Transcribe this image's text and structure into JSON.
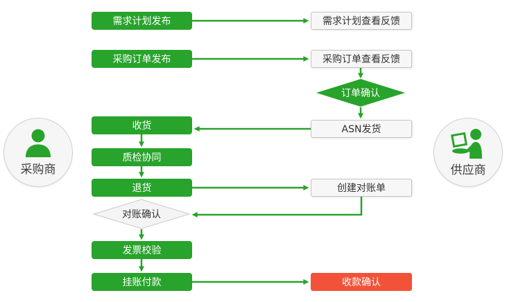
{
  "actors": {
    "buyer": {
      "label": "采购商"
    },
    "supplier": {
      "label": "供应商"
    }
  },
  "nodes": {
    "demand_plan_publish": {
      "label": "需求计划发布",
      "shape": "rect",
      "style": "green"
    },
    "demand_plan_feedback": {
      "label": "需求计划查看反馈",
      "shape": "rect",
      "style": "white"
    },
    "po_publish": {
      "label": "采购订单发布",
      "shape": "rect",
      "style": "green"
    },
    "po_feedback": {
      "label": "采购订单查看反馈",
      "shape": "rect",
      "style": "white"
    },
    "order_confirm": {
      "label": "订单确认",
      "shape": "diamond",
      "style": "green"
    },
    "asn_ship": {
      "label": "ASN发货",
      "shape": "rect",
      "style": "white"
    },
    "receive": {
      "label": "收货",
      "shape": "rect",
      "style": "green"
    },
    "quality_check": {
      "label": "质检协同",
      "shape": "rect",
      "style": "green"
    },
    "return_goods": {
      "label": "退货",
      "shape": "rect",
      "style": "green"
    },
    "create_statement": {
      "label": "创建对账单",
      "shape": "rect",
      "style": "white"
    },
    "statement_confirm": {
      "label": "对账确认",
      "shape": "diamond",
      "style": "gray"
    },
    "invoice_verify": {
      "label": "发票校验",
      "shape": "rect",
      "style": "green"
    },
    "payment": {
      "label": "挂账付款",
      "shape": "rect",
      "style": "green"
    },
    "receipt_confirm": {
      "label": "收款确认",
      "shape": "rect",
      "style": "red"
    }
  },
  "edges": [
    {
      "from": "demand_plan_publish",
      "to": "demand_plan_feedback"
    },
    {
      "from": "po_publish",
      "to": "po_feedback"
    },
    {
      "from": "po_feedback",
      "to": "order_confirm"
    },
    {
      "from": "order_confirm",
      "to": "asn_ship"
    },
    {
      "from": "asn_ship",
      "to": "receive"
    },
    {
      "from": "receive",
      "to": "quality_check"
    },
    {
      "from": "quality_check",
      "to": "return_goods"
    },
    {
      "from": "return_goods",
      "to": "create_statement"
    },
    {
      "from": "create_statement",
      "to": "statement_confirm"
    },
    {
      "from": "statement_confirm",
      "to": "invoice_verify"
    },
    {
      "from": "invoice_verify",
      "to": "payment"
    },
    {
      "from": "payment",
      "to": "receipt_confirm"
    }
  ],
  "colors": {
    "green": "#28a32c",
    "red": "#f25238",
    "white_box_fill": "#f7f7f7",
    "box_border": "#c3c3c3",
    "gray_diamond_fill": "#f4f4f4",
    "gray_diamond_border": "#c9c9c9",
    "text_dark": "#333333",
    "text_light": "#ffffff"
  }
}
